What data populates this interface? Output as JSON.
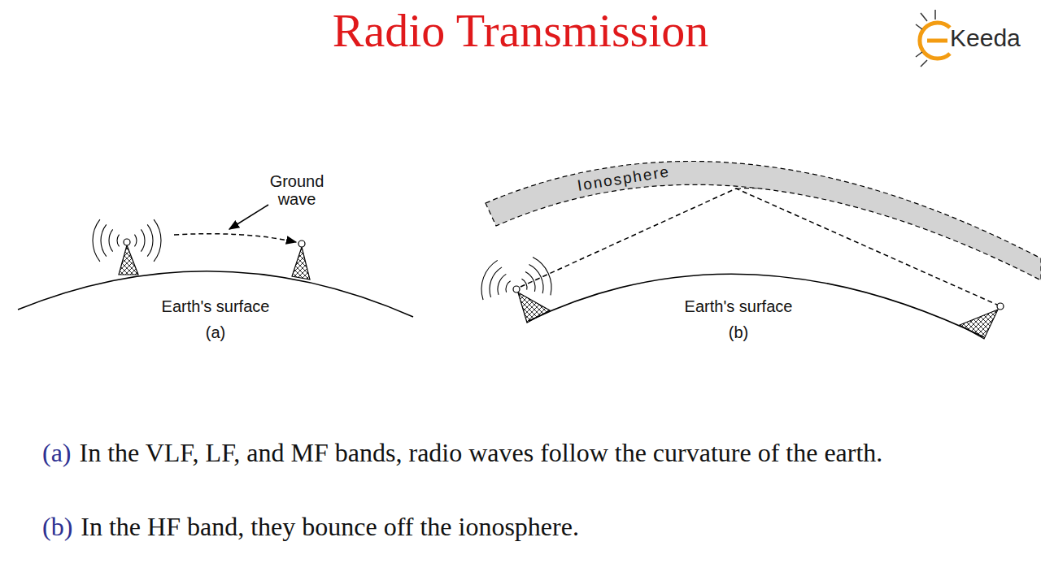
{
  "diagram": {
    "title": "Radio Transmission",
    "nodes": [
      {
        "text": [
          "Ionosphere"
        ]
      }
    ],
    "labels": [
      "Ground wave",
      "Earth's surface",
      "(a)",
      "Earth's surface",
      "(b)",
      "(a)",
      "In the VLF, LF, and MF bands, radio waves follow the curvature of the earth.",
      "(b)",
      "In the HF band, they bounce off the ionosphere.",
      "Keeda"
    ]
  }
}
